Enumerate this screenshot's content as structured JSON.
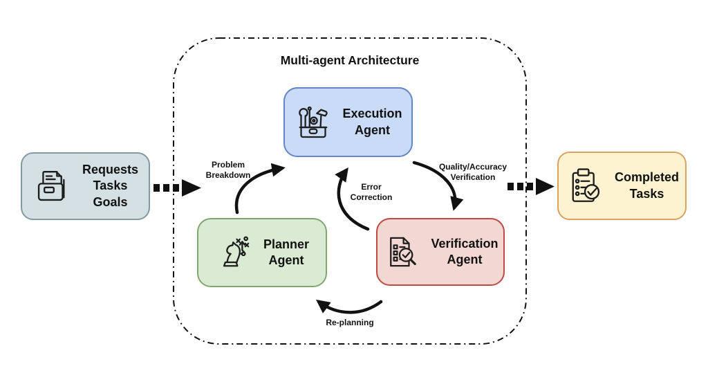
{
  "diagram_title": "Multi-agent Architecture",
  "nodes": {
    "input": {
      "lines": [
        "Requests",
        "Tasks",
        "Goals"
      ],
      "icon": "folder-documents-icon",
      "fill": "#d4e0e3",
      "border": "#83999f"
    },
    "execution": {
      "lines": [
        "Execution",
        "Agent"
      ],
      "icon": "toolbox-icon",
      "fill": "#c9dbf6",
      "border": "#6285c6"
    },
    "planner": {
      "lines": [
        "Planner",
        "Agent"
      ],
      "icon": "chess-knight-strategy-icon",
      "fill": "#dbead3",
      "border": "#7ea76e"
    },
    "verification": {
      "lines": [
        "Verification",
        "Agent"
      ],
      "icon": "document-check-magnifier-icon",
      "fill": "#f2d7d2",
      "border": "#bc4a40"
    },
    "output": {
      "lines": [
        "Completed",
        "Tasks"
      ],
      "icon": "clipboard-checklist-icon",
      "fill": "#fdf3d1",
      "border": "#d8a360"
    }
  },
  "flow_labels": {
    "problem_breakdown": {
      "lines": [
        "Problem",
        "Breakdown"
      ]
    },
    "error_correction": {
      "lines": [
        "Error",
        "Correction"
      ]
    },
    "quality_verification": {
      "lines": [
        "Quality/Accuracy",
        "Verification"
      ]
    },
    "replanning": {
      "lines": [
        "Re-planning"
      ]
    }
  },
  "arrow_color": "#111111",
  "container_border_color": "#111111"
}
